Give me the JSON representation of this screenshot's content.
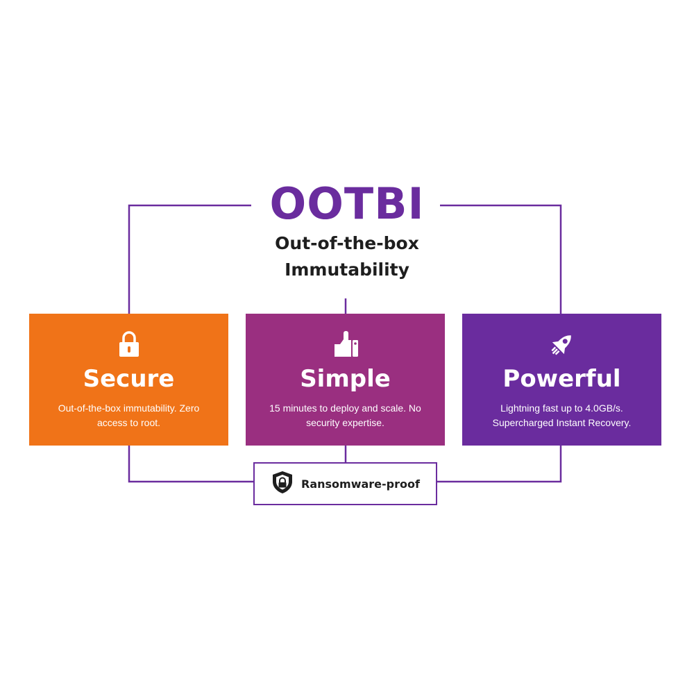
{
  "brand": {
    "name": "OOTBI",
    "tagline_line1": "Out-of-the-box",
    "tagline_line2": "Immutability"
  },
  "cards": [
    {
      "title": "Secure",
      "description": "Out-of-the-box immutability. Zero access to root.",
      "icon": "lock-icon",
      "color": "#f07318"
    },
    {
      "title": "Simple",
      "description": "15 minutes to deploy and scale. No security expertise.",
      "icon": "thumbs-up-icon",
      "color": "#9a2f80"
    },
    {
      "title": "Powerful",
      "description": "Lightning fast up to 4.0GB/s. Supercharged Instant Recovery.",
      "icon": "rocket-icon",
      "color": "#6a2c9e"
    }
  ],
  "badge": {
    "label": "Ransomware-proof",
    "icon": "shield-lock-icon"
  },
  "colors": {
    "connector": "#6a2c9e",
    "text_dark": "#1e1e1e"
  }
}
